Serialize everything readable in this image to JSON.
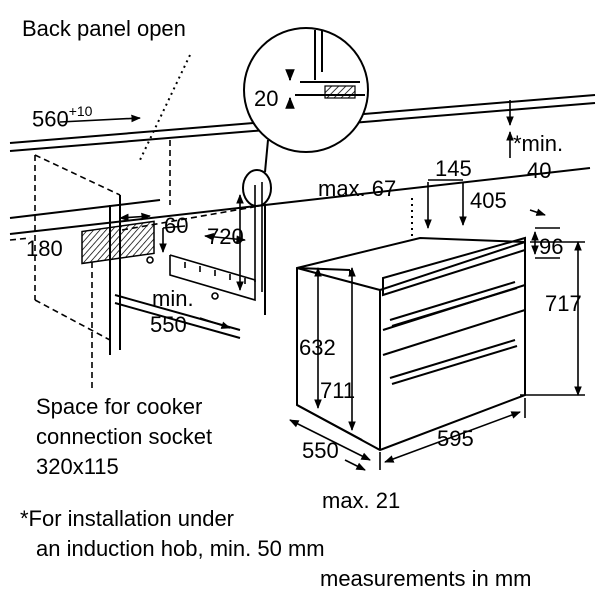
{
  "labels": {
    "back_panel": "Back panel open",
    "width_560": "560",
    "width_560_tol": "+10",
    "d_180": "180",
    "d_60": "60",
    "d_720": "720",
    "d_20": "20",
    "min_label": "min.",
    "d_550_niche": "550",
    "max67": "max. 67",
    "d_145": "145",
    "d_405": "405",
    "star_min": "*min.",
    "d_40": "40",
    "d_96": "96",
    "d_717": "717",
    "d_632": "632",
    "d_711": "711",
    "d_550_depth": "550",
    "d_595": "595",
    "max21": "max. 21",
    "socket_line1": "Space for cooker",
    "socket_line2": "connection socket",
    "socket_line3": "320x115",
    "note_line1": "*For installation under",
    "note_line2": "an induction hob, min. 50 mm",
    "units": "measurements in mm"
  },
  "colors": {
    "line": "#000000",
    "background": "#ffffff",
    "hatch": "#000000"
  }
}
